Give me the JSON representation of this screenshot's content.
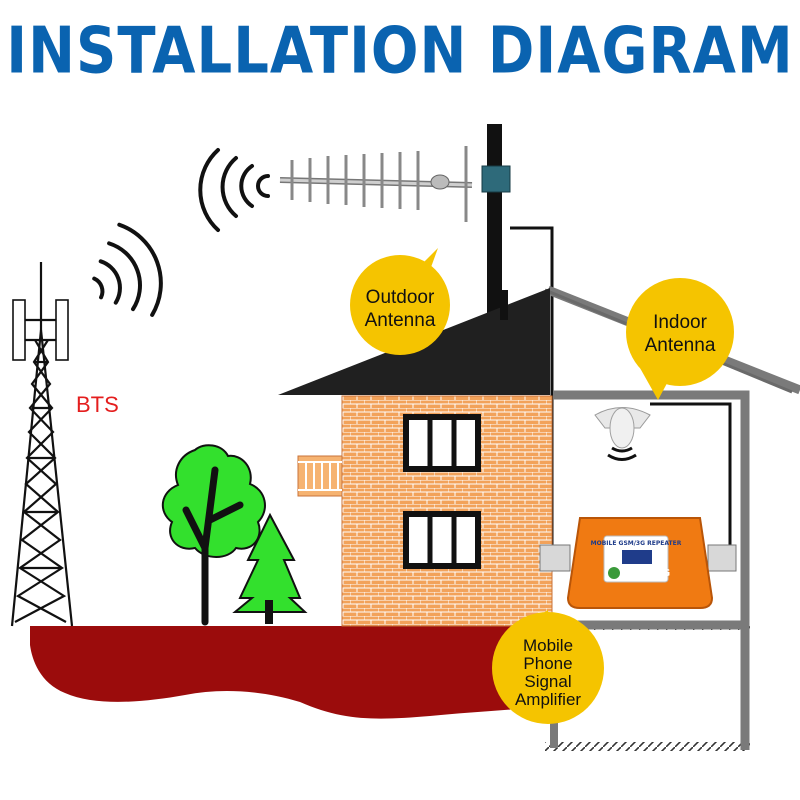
{
  "title": "INSTALLATION DIAGRAM",
  "labels": {
    "bts": "BTS",
    "outdoor_line1": "Outdoor",
    "outdoor_line2": "Antenna",
    "indoor_line1": "Indoor",
    "indoor_line2": "Antenna",
    "amp_line1": "Mobile",
    "amp_line2": "Phone",
    "amp_line3": "Signal",
    "amp_line4": "Amplifier"
  },
  "device": {
    "screen_label": "MOBILE GSM/3G REPEATER",
    "band_label": "GSM/3G"
  },
  "colors": {
    "title": "#0a63b0",
    "callout": "#f5c400",
    "brick": "#f2a25a",
    "ground": "#9b0c0c",
    "tree": "#33e02d",
    "amplifier": "#f07a12",
    "bts_label": "#e41e1e"
  }
}
